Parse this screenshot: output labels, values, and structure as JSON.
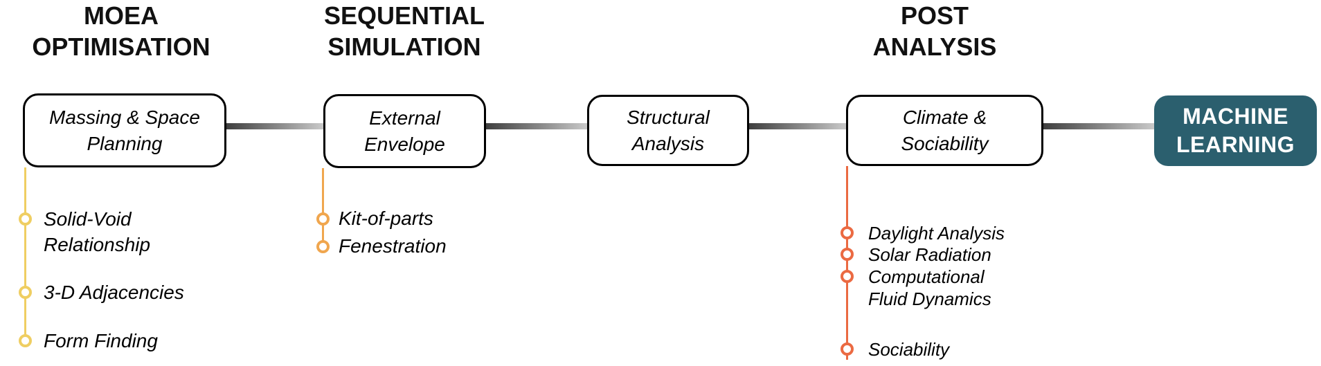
{
  "headers": [
    {
      "id": "moea-optimisation",
      "text": "MOEA\nOPTIMISATION"
    },
    {
      "id": "sequential-simulation",
      "text": "SEQUENTIAL\nSIMULATION"
    },
    {
      "id": "post-analysis",
      "text": "POST\nANALYSIS"
    }
  ],
  "boxes": [
    {
      "label": "Massing & Space\nPlanning"
    },
    {
      "label": "External\nEnvelope"
    },
    {
      "label": "Structural\nAnalysis"
    },
    {
      "label": "Climate &\nSociability"
    },
    {
      "label": "MACHINE\nLEARNING"
    }
  ],
  "sublists": [
    {
      "stage": "moea-optimisation",
      "accent": "#EFCE62",
      "items": [
        {
          "text": "Solid-Void\nRelationship"
        },
        {
          "text": "3-D Adjacencies"
        },
        {
          "text": "Form Finding"
        }
      ]
    },
    {
      "stage": "sequential-simulation",
      "accent": "#F0A64E",
      "items": [
        {
          "text": "Kit-of-parts"
        },
        {
          "text": "Fenestration"
        }
      ]
    },
    {
      "stage": "post-analysis",
      "accent": "#EB6A42",
      "items": [
        {
          "text": "Daylight Analysis"
        },
        {
          "text": "Solar Radiation"
        },
        {
          "text": "Computational\nFluid Dynamics"
        },
        {
          "text": "Sociability"
        }
      ]
    }
  ],
  "colors": {
    "stage1_accent": "#EFCE62",
    "stage2_accent": "#F0A64E",
    "stage4_accent": "#EB6A42",
    "machine_learning_bg": "#2B5F6E",
    "machine_learning_text": "#FFFFFF",
    "connector_dark": "#3F3F3F",
    "connector_light": "#C9C9C9",
    "box_border": "#000000",
    "text": "#000000"
  }
}
